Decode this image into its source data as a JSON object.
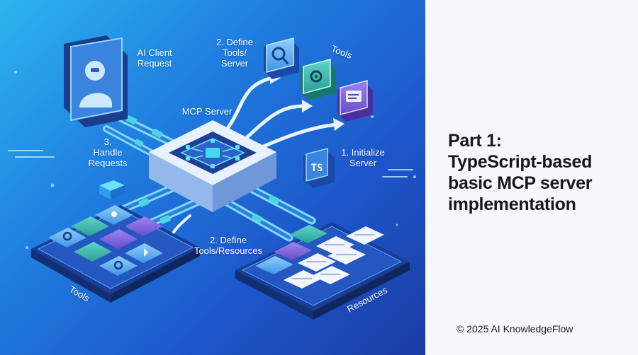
{
  "diagram": {
    "labels": {
      "ai_client_request": "AI Client\nRequest",
      "define_tools_server": "2. Define\nTools/\nServer",
      "tools_top": "Tools",
      "mcp_server": "MCP Server",
      "handle_requests": "3.\nHandle\nRequests",
      "initialize_server": "1. Initialize\nServer",
      "define_tools_resources": "2. Define\nTools/Resources",
      "tools_bottom": "Tools",
      "resources": "Resources"
    },
    "ts_badge": "TS"
  },
  "side": {
    "title": "Part 1:\nTypeScript-based\nbasic MCP server\nimplementation",
    "copyright": "© 2025 AI KnowledgeFlow"
  },
  "colors": {
    "background_blue": "#1f6fdc",
    "cyan_accent": "#3ecbd8",
    "teal_tile": "#2bb5a8",
    "purple_tile": "#7b5cd6",
    "title_text": "#15181e"
  }
}
